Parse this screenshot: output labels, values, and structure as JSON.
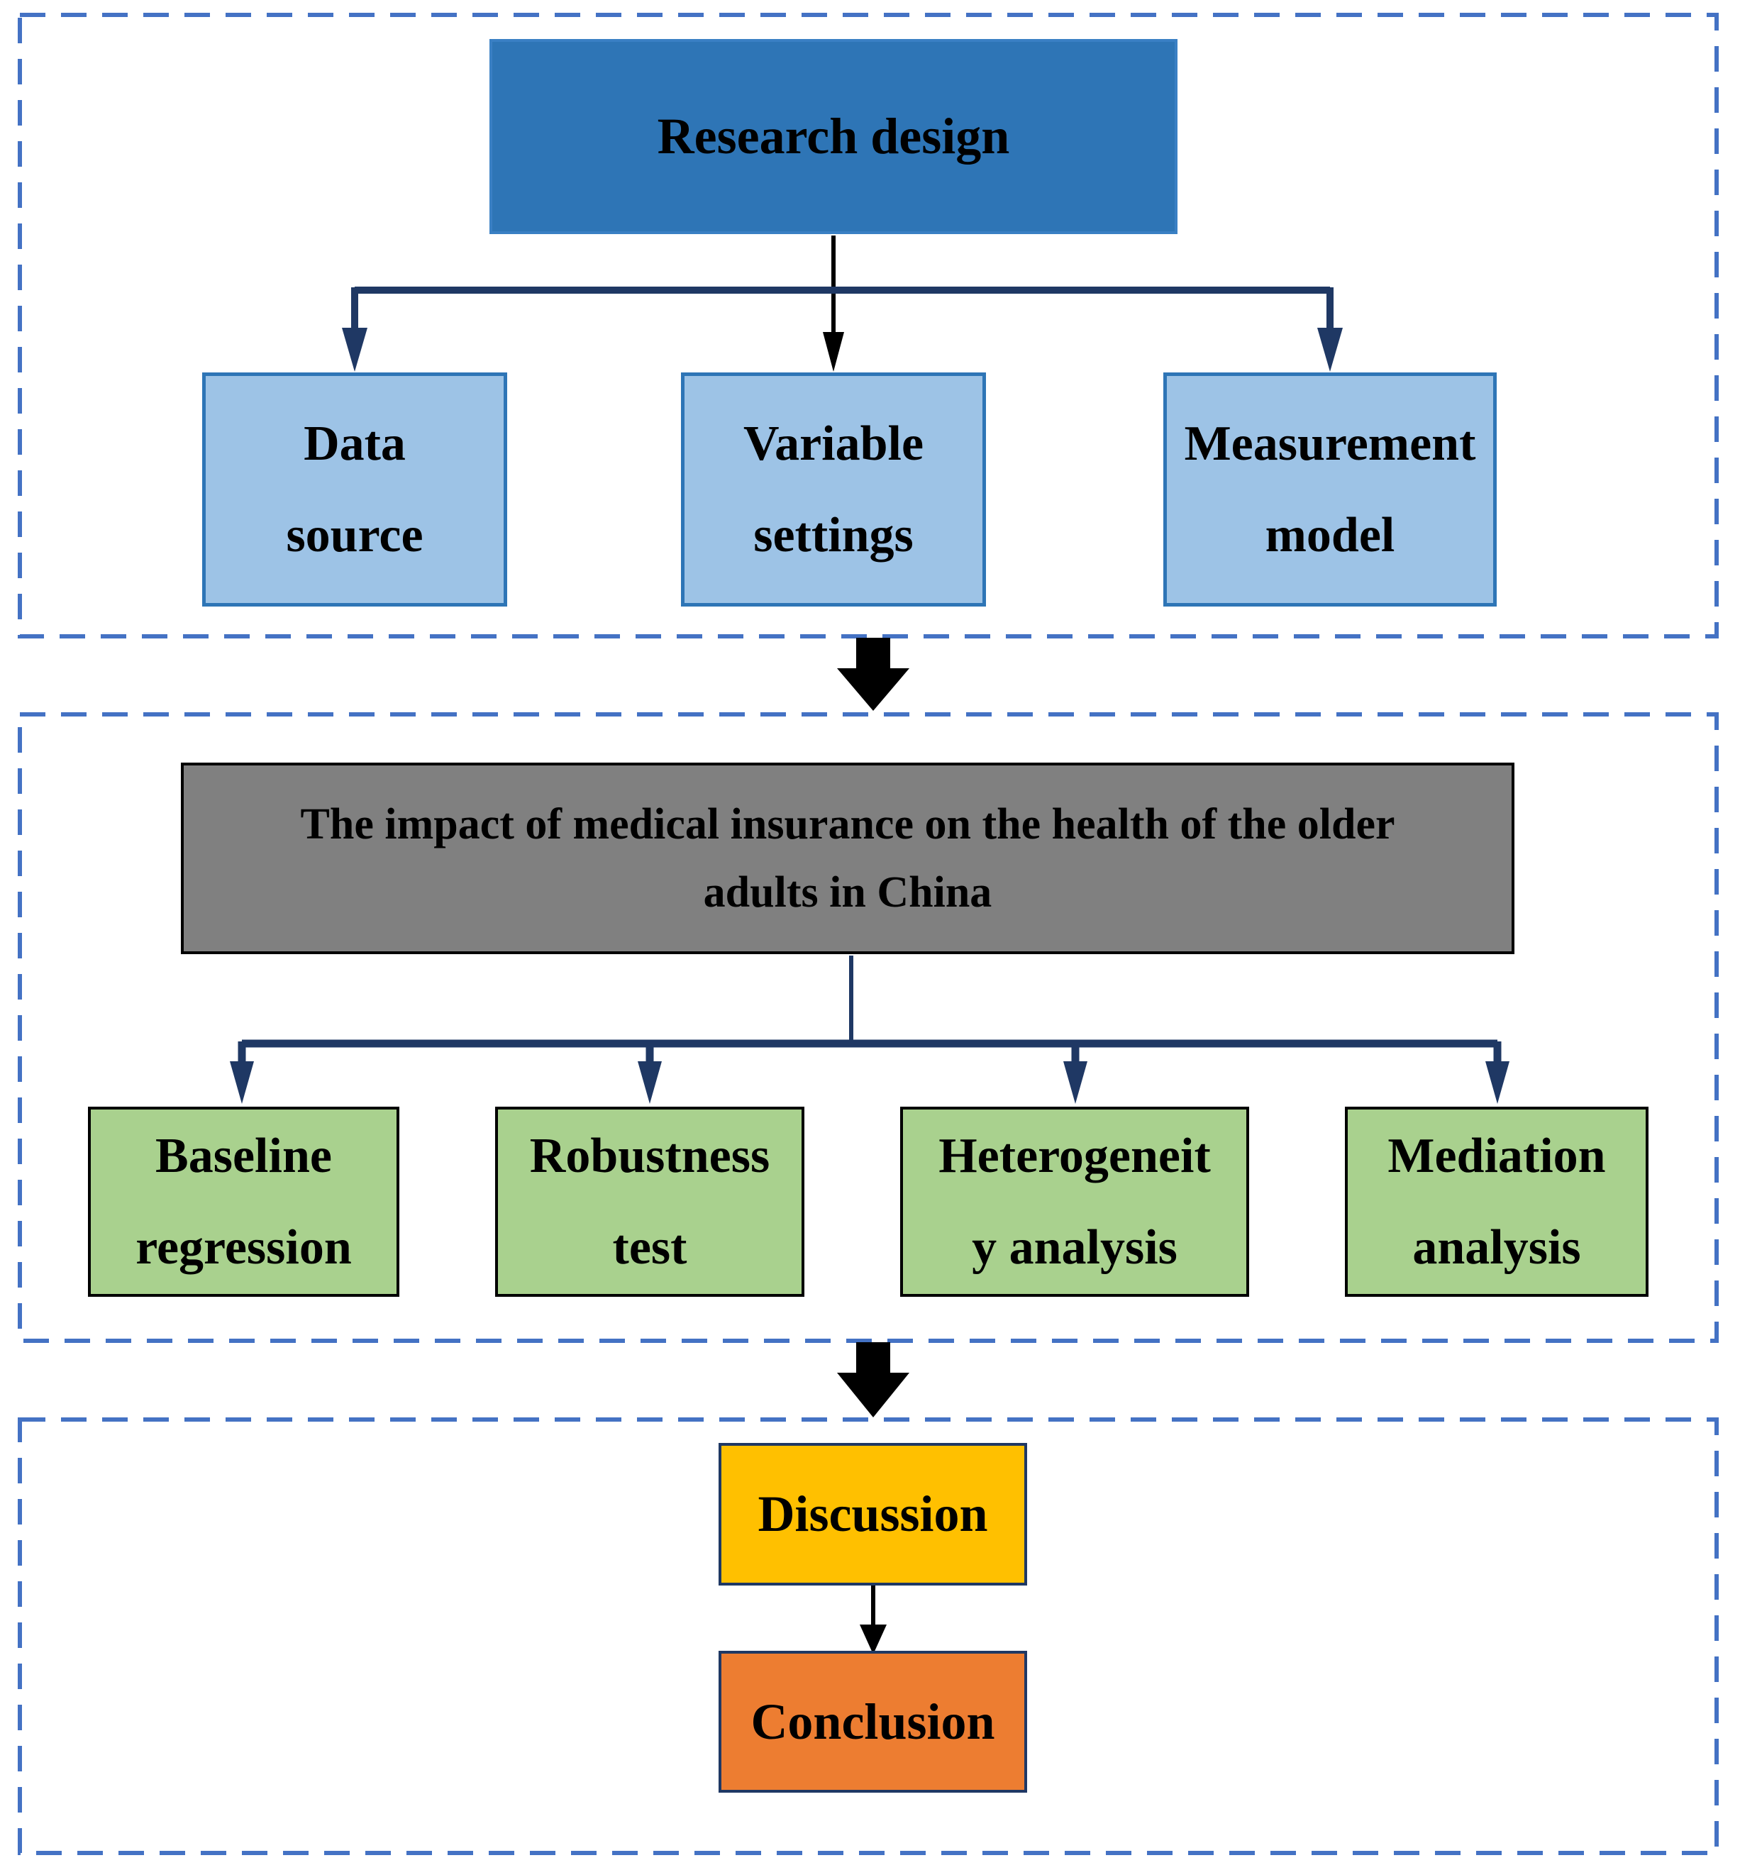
{
  "diagram": {
    "colors": {
      "section_dashed_border": "#4472C4",
      "connector_navy": "#1F3864",
      "arrow_black": "#000000",
      "research_box_fill": "#2E75B6",
      "child_blue_fill": "#9DC3E6",
      "child_blue_border": "#2E75B6",
      "gray_box_fill": "#808080",
      "green_box_fill": "#A9D18E",
      "discussion_fill": "#FFC000",
      "conclusion_fill": "#ED7D31"
    },
    "section1": {
      "root": {
        "label": "Research design"
      },
      "children": [
        {
          "lines": [
            "Data",
            "source"
          ]
        },
        {
          "lines": [
            "Variable",
            "settings"
          ]
        },
        {
          "lines": [
            "Measurement",
            "model"
          ]
        }
      ]
    },
    "section2": {
      "root_lines": [
        "The impact of medical insurance on the health of the older",
        "adults in China"
      ],
      "children": [
        {
          "lines": [
            "Baseline",
            "regression"
          ]
        },
        {
          "lines": [
            "Robustness",
            "test"
          ]
        },
        {
          "lines": [
            "Heterogeneit",
            "y analysis"
          ]
        },
        {
          "lines": [
            "Mediation",
            "analysis"
          ]
        }
      ]
    },
    "section3": {
      "discussion_label": "Discussion",
      "conclusion_label": "Conclusion"
    }
  }
}
